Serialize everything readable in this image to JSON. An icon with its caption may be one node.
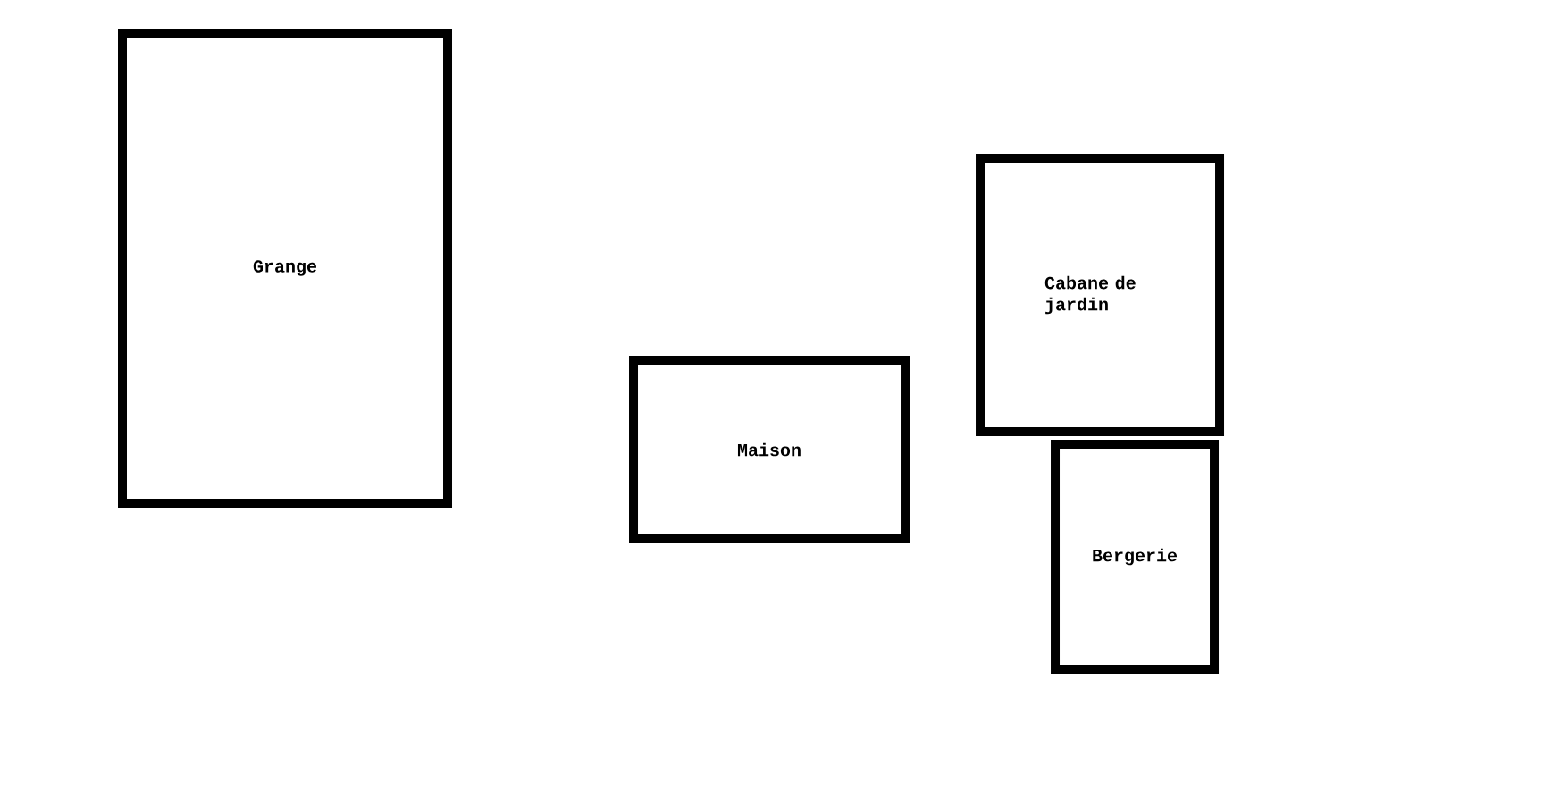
{
  "diagram": {
    "nodes": [
      {
        "text": [
          "Grange"
        ]
      },
      {
        "text": [
          "Maison"
        ]
      },
      {
        "text": [
          "Cabane de jardin"
        ]
      },
      {
        "text": [
          "Bergerie"
        ]
      }
    ]
  }
}
